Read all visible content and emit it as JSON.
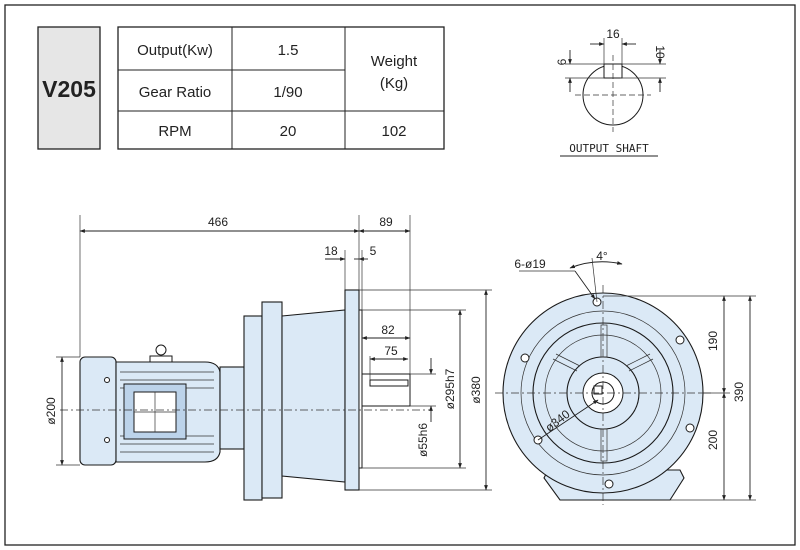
{
  "model": "V205",
  "spec_table": {
    "rows": [
      {
        "label": "Output(Kw)",
        "value": "1.5"
      },
      {
        "label": "Gear Ratio",
        "value": "1/90"
      },
      {
        "label": "RPM",
        "value": "20"
      }
    ],
    "weight_label_line1": "Weight",
    "weight_label_line2": "(Kg)",
    "weight_value": "102"
  },
  "output_shaft": {
    "caption": "OUTPUT SHAFT",
    "key_width": "16",
    "key_depth": "10",
    "key_height": "6"
  },
  "side_view": {
    "overall_length": "466",
    "flange_to_shaft_end": "89",
    "flange_thickness": "18",
    "spigot_depth": "5",
    "shaft_length": "82",
    "key_length": "75",
    "motor_diameter": "ø200",
    "pilot_diameter": "ø295h7",
    "flange_diameter": "ø380",
    "shaft_diameter": "ø55h6"
  },
  "front_view": {
    "bolt_holes": "6-ø19",
    "angle": "4°",
    "pcd": "ø340",
    "upper_height": "190",
    "lower_height": "200",
    "total_height": "390"
  },
  "colors": {
    "part_fill": "#dbe9f6",
    "badge_fill": "#e6e6e6",
    "line": "#1a1a1a"
  }
}
